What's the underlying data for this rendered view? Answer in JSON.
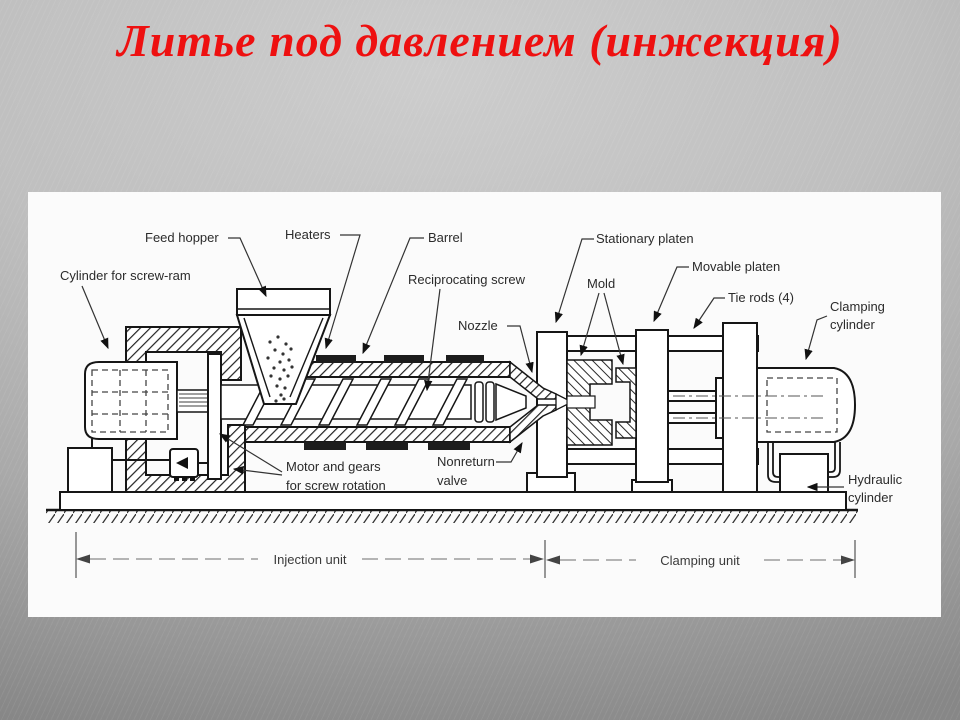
{
  "slide": {
    "title": "Литье под давлением (инжекция)",
    "title_color": "#ee1010",
    "background_top": "#cdcdcd",
    "background_bottom": "#878787",
    "panel_color": "#fbfbfb",
    "ink_color": "#161616"
  },
  "diagram": {
    "labels": {
      "cylinder_screw_ram": "Cylinder for screw-ram",
      "feed_hopper": "Feed hopper",
      "heaters": "Heaters",
      "barrel": "Barrel",
      "reciprocating_screw": "Reciprocating screw",
      "nozzle": "Nozzle",
      "nonreturn_valve": [
        "Nonreturn",
        "valve"
      ],
      "motor_gears": [
        "Motor and gears",
        "for screw rotation"
      ],
      "stationary_platen": "Stationary platen",
      "mold": "Mold",
      "movable_platen": "Movable platen",
      "tie_rods": "Tie rods (4)",
      "clamping_cylinder": [
        "Clamping",
        "cylinder"
      ],
      "hydraulic_cylinder": [
        "Hydraulic",
        "cylinder"
      ],
      "injection_unit": "Injection unit",
      "clamping_unit": "Clamping unit"
    }
  }
}
